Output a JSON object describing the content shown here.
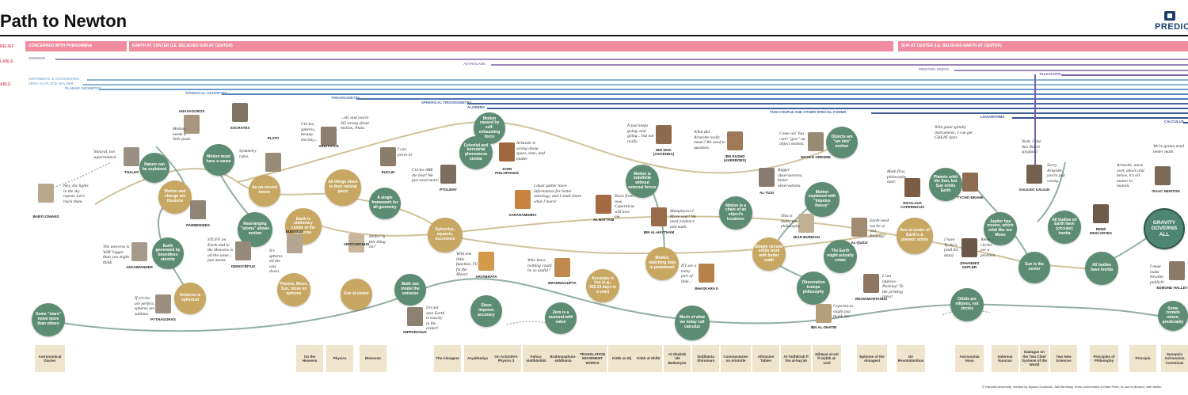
{
  "header": {
    "title": "Path to Newton",
    "logo_text": "PREDIC"
  },
  "left_tags": [
    "BELIEF",
    "LABLE",
    "ABLE"
  ],
  "bands": [
    {
      "label": "CONCERNED WITH PHENOMENA"
    },
    {
      "label": "EARTH AT CENTER  (I.E. BELIEVED SUN AT CENTER)"
    },
    {
      "label": "SUN AT CENTER  (I.E. BELIEVED EARTH AT CENTER)"
    }
  ],
  "timelines": [
    {
      "label": "GNOMON",
      "color": "#9b87b8"
    },
    {
      "label": "ASTROLABE",
      "color": "#9b87b8"
    },
    {
      "label": "PRINTING PRESS",
      "color": "#9b87b8"
    },
    {
      "label": "TELESCOPE",
      "color": "#7a5ea8"
    },
    {
      "label": "ARITHMETIC & ACCOUNTING",
      "color": "#8cb4d4"
    },
    {
      "label": "ZERO AS PLACE HOLDER",
      "color": "#8cb4d4"
    },
    {
      "label": "PLANAR GEOMETRY",
      "color": "#6f9ccc"
    },
    {
      "label": "SPHERICAL GEOMETRY",
      "color": "#5a86c0"
    },
    {
      "label": "TRIGONOMETRY",
      "color": "#4e78b4"
    },
    {
      "label": "SPHERICAL TRIGONOMETRY",
      "color": "#456aa4"
    },
    {
      "label": "ALGEBRA",
      "color": "#3d5e98"
    },
    {
      "label": "TUSI COUPLE AND OTHER SPECIAL FORMS",
      "color": "#3d5e98"
    },
    {
      "label": "LOGARITHMS",
      "color": "#34528a"
    },
    {
      "label": "CALCULUS",
      "color": "#34528a"
    }
  ],
  "nodes": [
    {
      "label": "Some \"stars\" move more than others"
    },
    {
      "label": "Nature can be explained"
    },
    {
      "label": "Motion and change are illusions"
    },
    {
      "label": "Earth generated by boundless eternity"
    },
    {
      "label": "Universe is spherical"
    },
    {
      "label": "Motion must have a cause"
    },
    {
      "label": "An un-moved mover"
    },
    {
      "label": "Rearranging \"atoms\" allows motion"
    },
    {
      "label": "All things move to their natural place"
    },
    {
      "label": "Earth is stationary center of the universe"
    },
    {
      "label": "Planets, Moon, Sun, move on spheres"
    },
    {
      "label": "Sun at center"
    },
    {
      "label": "A single framework for all geometry"
    },
    {
      "label": "Math can model the universe"
    },
    {
      "label": "Motion caused by self-exhausting force"
    },
    {
      "label": "Celestial and terrestrial phenomena similar"
    },
    {
      "label": "Epicycles, equants, eccentrics"
    },
    {
      "label": "Sines improve accuracy"
    },
    {
      "label": "Zero is a numeral with value"
    },
    {
      "label": "Accuracy is key (e.g., 365.24 days in a year)"
    },
    {
      "label": "Motion is indefinite without external forces"
    },
    {
      "label": "Models matching data is paramount"
    },
    {
      "label": "Much of what we today call calculus"
    },
    {
      "label": "Motion is a chain of an object's locations"
    },
    {
      "label": "Objects are \"set into\" motion"
    },
    {
      "label": "Motion explained with \"impetus theory\""
    },
    {
      "label": "Simple circular orbits work with better math"
    },
    {
      "label": "The Earth might actually rotate"
    },
    {
      "label": "Observation trumps philosophy"
    },
    {
      "label": "Sun at center of Earth's & planets' orbits"
    },
    {
      "label": "Planets orbit the Sun, but Sun orbits Earth"
    },
    {
      "label": "Jupiter has moons, which orbit like our Moon"
    },
    {
      "label": "Orbits are ellipses, not circles"
    },
    {
      "label": "Sun is the center"
    },
    {
      "label": "All bodies on Earth have (circular) inertia"
    },
    {
      "label": "All bodies have inertia"
    },
    {
      "label": "GRAVITY GOVERNS ALL"
    },
    {
      "label": "Some comets return, predictably"
    }
  ],
  "people": [
    {
      "name": "BABYLONIANS"
    },
    {
      "name": "THALES"
    },
    {
      "name": "ANAXIMANDER"
    },
    {
      "name": "PYTHAGORAS"
    },
    {
      "name": "PARMENIDES"
    },
    {
      "name": "ANAXAGOROS"
    },
    {
      "name": "SOCRATES"
    },
    {
      "name": "PLATO"
    },
    {
      "name": "ARISTOTLE"
    },
    {
      "name": "EUDOXUS"
    },
    {
      "name": "DEMOCRITUS"
    },
    {
      "name": "ARISTARCHUS"
    },
    {
      "name": "EUCLID"
    },
    {
      "name": "HIPPARCHUS"
    },
    {
      "name": "PTOLEMY"
    },
    {
      "name": "JOHN PHILOPONUS"
    },
    {
      "name": "ARYABHATA"
    },
    {
      "name": "VARAHAMIHIRA"
    },
    {
      "name": "BRAHMAGUPTA"
    },
    {
      "name": "AL-BATTANI"
    },
    {
      "name": "IBN AL-HAYTHAM"
    },
    {
      "name": "IBN SINA (AVICENNA)"
    },
    {
      "name": "BHASKARA II"
    },
    {
      "name": "IBN RUSHD (AVERROES)"
    },
    {
      "name": "AL-TUSI"
    },
    {
      "name": "NICOLE ORESME"
    },
    {
      "name": "JEAN BURIDAN"
    },
    {
      "name": "AL-QUSJI"
    },
    {
      "name": "IBN AL-SHATIR"
    },
    {
      "name": "REGIOMONTANUS"
    },
    {
      "name": "NICOLAUS COPERNICUS"
    },
    {
      "name": "TYCHO BRAHE"
    },
    {
      "name": "JOHANNES KEPLER"
    },
    {
      "name": "GALILEO GALILEI"
    },
    {
      "name": "RENÉ DESCARTES"
    },
    {
      "name": "ISAAC NEWTON"
    },
    {
      "name": "EDMOND HALLEY"
    }
  ],
  "quotes": [
    {
      "text": "Hey, the lights in the sky repeat. Let's track them."
    },
    {
      "text": "Natural, not supernatural."
    },
    {
      "text": "Motion needs a little push."
    },
    {
      "text": "Circles, spheres, beauty, eternity..."
    },
    {
      "text": "...oh, and you're SO wrong about motion, Plato."
    },
    {
      "text": "Symmetry rules."
    },
    {
      "text": "STUFF on Earth and in the Heavens is all the same... just atoms."
    },
    {
      "text": "The universe is WAY bigger than you might think."
    },
    {
      "text": "If circles are perfect, spheres are sublime."
    },
    {
      "text": "It's spheres all the way down."
    },
    {
      "text": "Hello? Is this thing on?"
    },
    {
      "text": "I can prove it!"
    },
    {
      "text": "Circles ARE the best! We just need more!"
    },
    {
      "text": "Aristotle is wrong about space, time, and matter"
    },
    {
      "text": "I must gather more information for better astrology, and I shall share what I learn!"
    },
    {
      "text": "With one little function, I'll fix the Moon!"
    },
    {
      "text": "Who knew nothing could be so useful?"
    },
    {
      "text": "I'm not sure Earth is exactly in the center!"
    },
    {
      "text": "It just keeps going, and going... but not really."
    },
    {
      "text": "Years from now, Copernicus will love me."
    },
    {
      "text": "Metaphysics? Move over! We need evidence and math."
    },
    {
      "text": "What did Aristotle really mean? We need to question."
    },
    {
      "text": "If I see a teeny part of time..."
    },
    {
      "text": "Come on! You can't \"give\" an object motion."
    },
    {
      "text": "Bigger observatories, better observations."
    },
    {
      "text": "This is math, not philosophy"
    },
    {
      "text": "Earth need not be at rest, Ptolemy!"
    },
    {
      "text": "Copernicus might just thank me."
    },
    {
      "text": "I can improve Ptolemy! To the printing press!"
    },
    {
      "text": "Math first, philosophy later."
    },
    {
      "text": "With giant spindly instruments, I can get GREAT data."
    },
    {
      "text": "I have Tycho's (and his data)"
    },
    {
      "text": "Ahem... circles are a problem."
    },
    {
      "text": "Yeah, I like this Dutch spyglass!"
    },
    {
      "text": "Sorry, Aristotle, you're just wrong."
    },
    {
      "text": "Aristotle, move over, above and below, it's all matter in motion."
    },
    {
      "text": "We're gonna need better math"
    },
    {
      "text": "I must make Newton publish!"
    }
  ],
  "books": [
    {
      "title": "Astronomical Diaries"
    },
    {
      "title": "On the Heavens"
    },
    {
      "title": "Physics"
    },
    {
      "title": "Elements"
    },
    {
      "title": "The Almagest"
    },
    {
      "title": "Aryabhatiya"
    },
    {
      "title": "On Aristotle's Physics 3"
    },
    {
      "title": "Pañca-siddhāntikā"
    },
    {
      "title": "Brahmasphuta-siddhanta"
    },
    {
      "title": "TRANSLATION MOVEMENT WORKS"
    },
    {
      "title": "Kitāb az-Zīj"
    },
    {
      "title": "Kitāb al-Shifā'"
    },
    {
      "title": "Al-Shukūk 'alā Batlamyūs"
    },
    {
      "title": "Siddhānta Shiromani"
    },
    {
      "title": "Commentaries on Aristotle"
    },
    {
      "title": "Alfonsine Tables"
    },
    {
      "title": "Al-Tadhkirah fī 'ilm al-hay'ah"
    },
    {
      "title": "Nihāyat al-sūl fī tașḥīḥ al-usūl"
    },
    {
      "title": "Epitome of the Almagest"
    },
    {
      "title": "De Revolutionibus"
    },
    {
      "title": "Astronomia Nova"
    },
    {
      "title": "Sidereus Nuncius"
    },
    {
      "title": "Dialogue on the Two Chief Systems of the World"
    },
    {
      "title": "Two New Sciences"
    },
    {
      "title": "Principles of Philosophy"
    },
    {
      "title": "Principia"
    },
    {
      "title": "Synopsis Astronomia Cometicae"
    }
  ],
  "footer": {
    "credit": "© Harvard University, created by Alyssa Goodman, Jaki Brnhisky, Drew Lichtenstein & Katie Peek, re-use is allowed, with attribu"
  }
}
